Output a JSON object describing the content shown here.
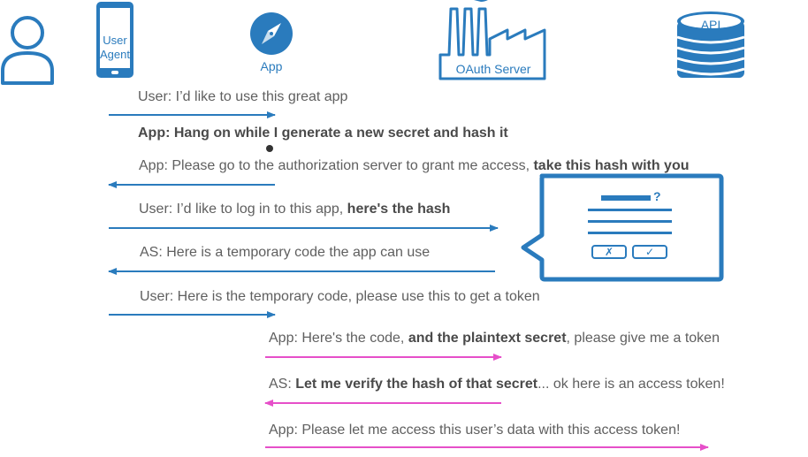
{
  "actors": {
    "user_agent_label_line1": "User",
    "user_agent_label_line2": "Agent",
    "app_label": "App",
    "oauth_server_label": "OAuth Server",
    "api_label": "API"
  },
  "colors": {
    "blue": "#2a7bbd",
    "pink": "#e64fc9",
    "text": "#5f5f5f"
  },
  "messages": [
    {
      "parts": [
        {
          "t": "User: I’d like to use this great app",
          "b": false
        }
      ]
    },
    {
      "parts": [
        {
          "t": "App: Hang on while I generate a new secret and hash it",
          "b": true
        }
      ]
    },
    {
      "parts": [
        {
          "t": "App: Please go to the authorization server to grant me access, ",
          "b": false
        },
        {
          "t": "take this hash with you",
          "b": true
        }
      ]
    },
    {
      "parts": [
        {
          "t": "User: I’d like to log in to this app, ",
          "b": false
        },
        {
          "t": "here's the hash",
          "b": true
        }
      ]
    },
    {
      "parts": [
        {
          "t": "AS: Here is a temporary code the app can use",
          "b": false
        }
      ]
    },
    {
      "parts": [
        {
          "t": "User: Here is the temporary code, please use this to get a token",
          "b": false
        }
      ]
    },
    {
      "parts": [
        {
          "t": "App: Here's the code, ",
          "b": false
        },
        {
          "t": "and the plaintext secret",
          "b": true
        },
        {
          "t": ", please give me a token",
          "b": false
        }
      ]
    },
    {
      "parts": [
        {
          "t": "AS: ",
          "b": false
        },
        {
          "t": "Let me verify the hash of that secret",
          "b": true
        },
        {
          "t": "... ok here is an access token!",
          "b": false
        }
      ]
    },
    {
      "parts": [
        {
          "t": "App: Please let me access this user’s data with this access token!",
          "b": false
        }
      ]
    }
  ],
  "dialog": {
    "question_mark": "?",
    "cancel_glyph": "✗",
    "ok_glyph": "✓"
  }
}
